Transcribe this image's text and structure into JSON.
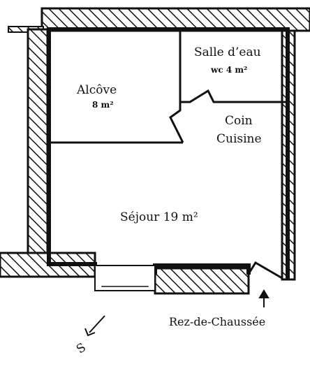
{
  "colors": {
    "ink": "#111111",
    "background": "#ffffff"
  },
  "rooms": {
    "salle_deau": {
      "name": "Salle d’eau",
      "sub": "wc 4 m²"
    },
    "alcove": {
      "name": "Alcôve",
      "area": "8 m²"
    },
    "coin_cuisine": {
      "line1": "Coin",
      "line2": "Cuisine"
    },
    "sejour": {
      "name": "Séjour 19 m²"
    }
  },
  "level": {
    "label": "Rez-de-Chaussée"
  },
  "compass": {
    "letter": "S"
  }
}
